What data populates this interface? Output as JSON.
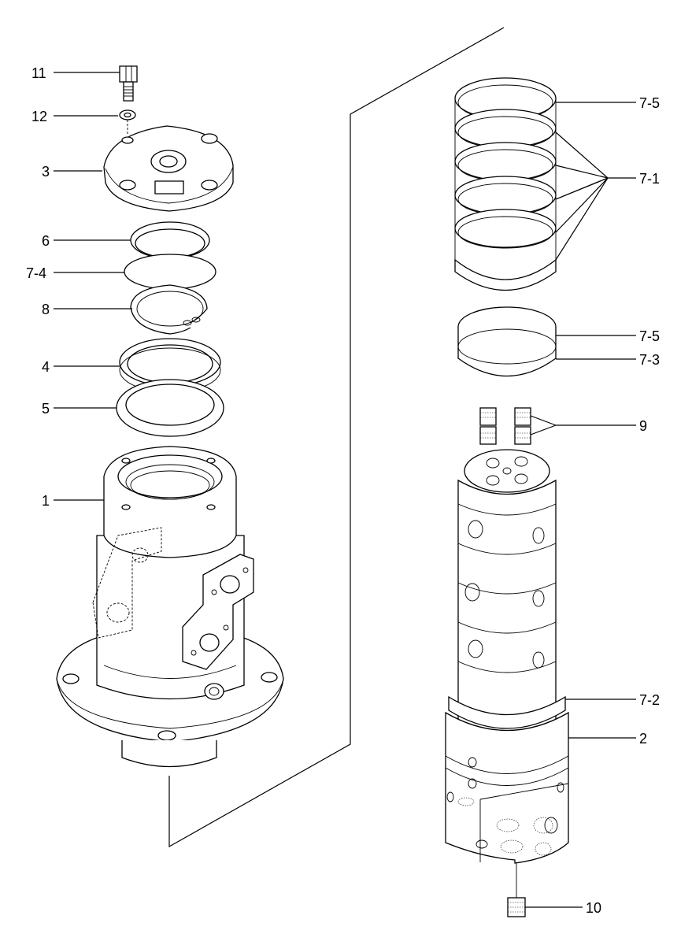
{
  "callouts": {
    "c11": "11",
    "c12": "12",
    "c3": "3",
    "c6": "6",
    "c7_4": "7-4",
    "c8": "8",
    "c4": "4",
    "c5": "5",
    "c1": "1",
    "c7_5a": "7-5",
    "c7_1": "7-1",
    "c7_5b": "7-5",
    "c7_3": "7-3",
    "c9": "9",
    "c7_2": "7-2",
    "c2": "2",
    "c10": "10"
  },
  "colors": {
    "ink": "#000000",
    "paper": "#ffffff"
  }
}
